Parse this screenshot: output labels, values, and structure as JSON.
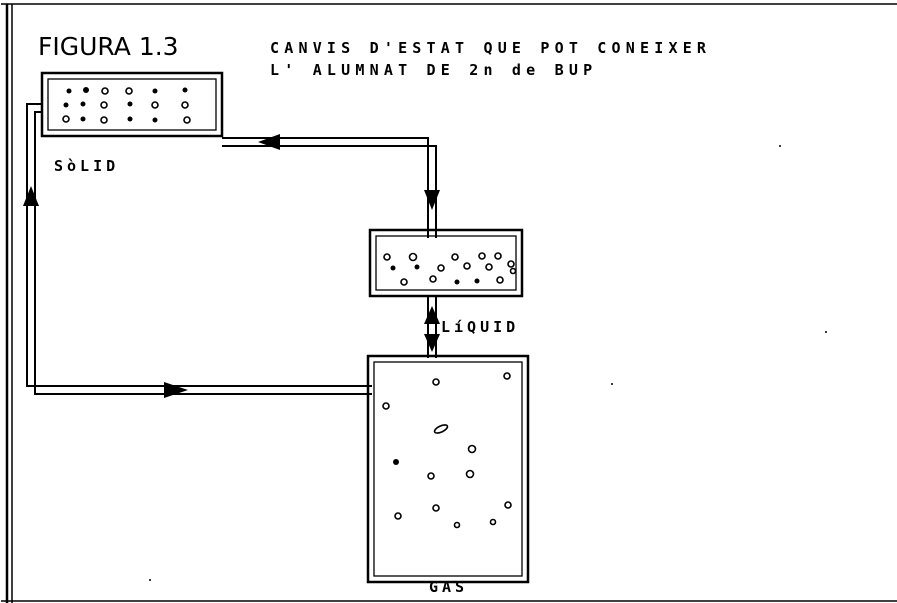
{
  "figure": {
    "label": "FIGURA 1.3",
    "caption_line1": "CANVIS D'ESTAT QUE POT CONEIXER",
    "caption_line2": "L' ALUMNAT DE 2n de BUP"
  },
  "states": {
    "solid": "SòLID",
    "liquid": "LíQUID",
    "gas": "GAS"
  }
}
